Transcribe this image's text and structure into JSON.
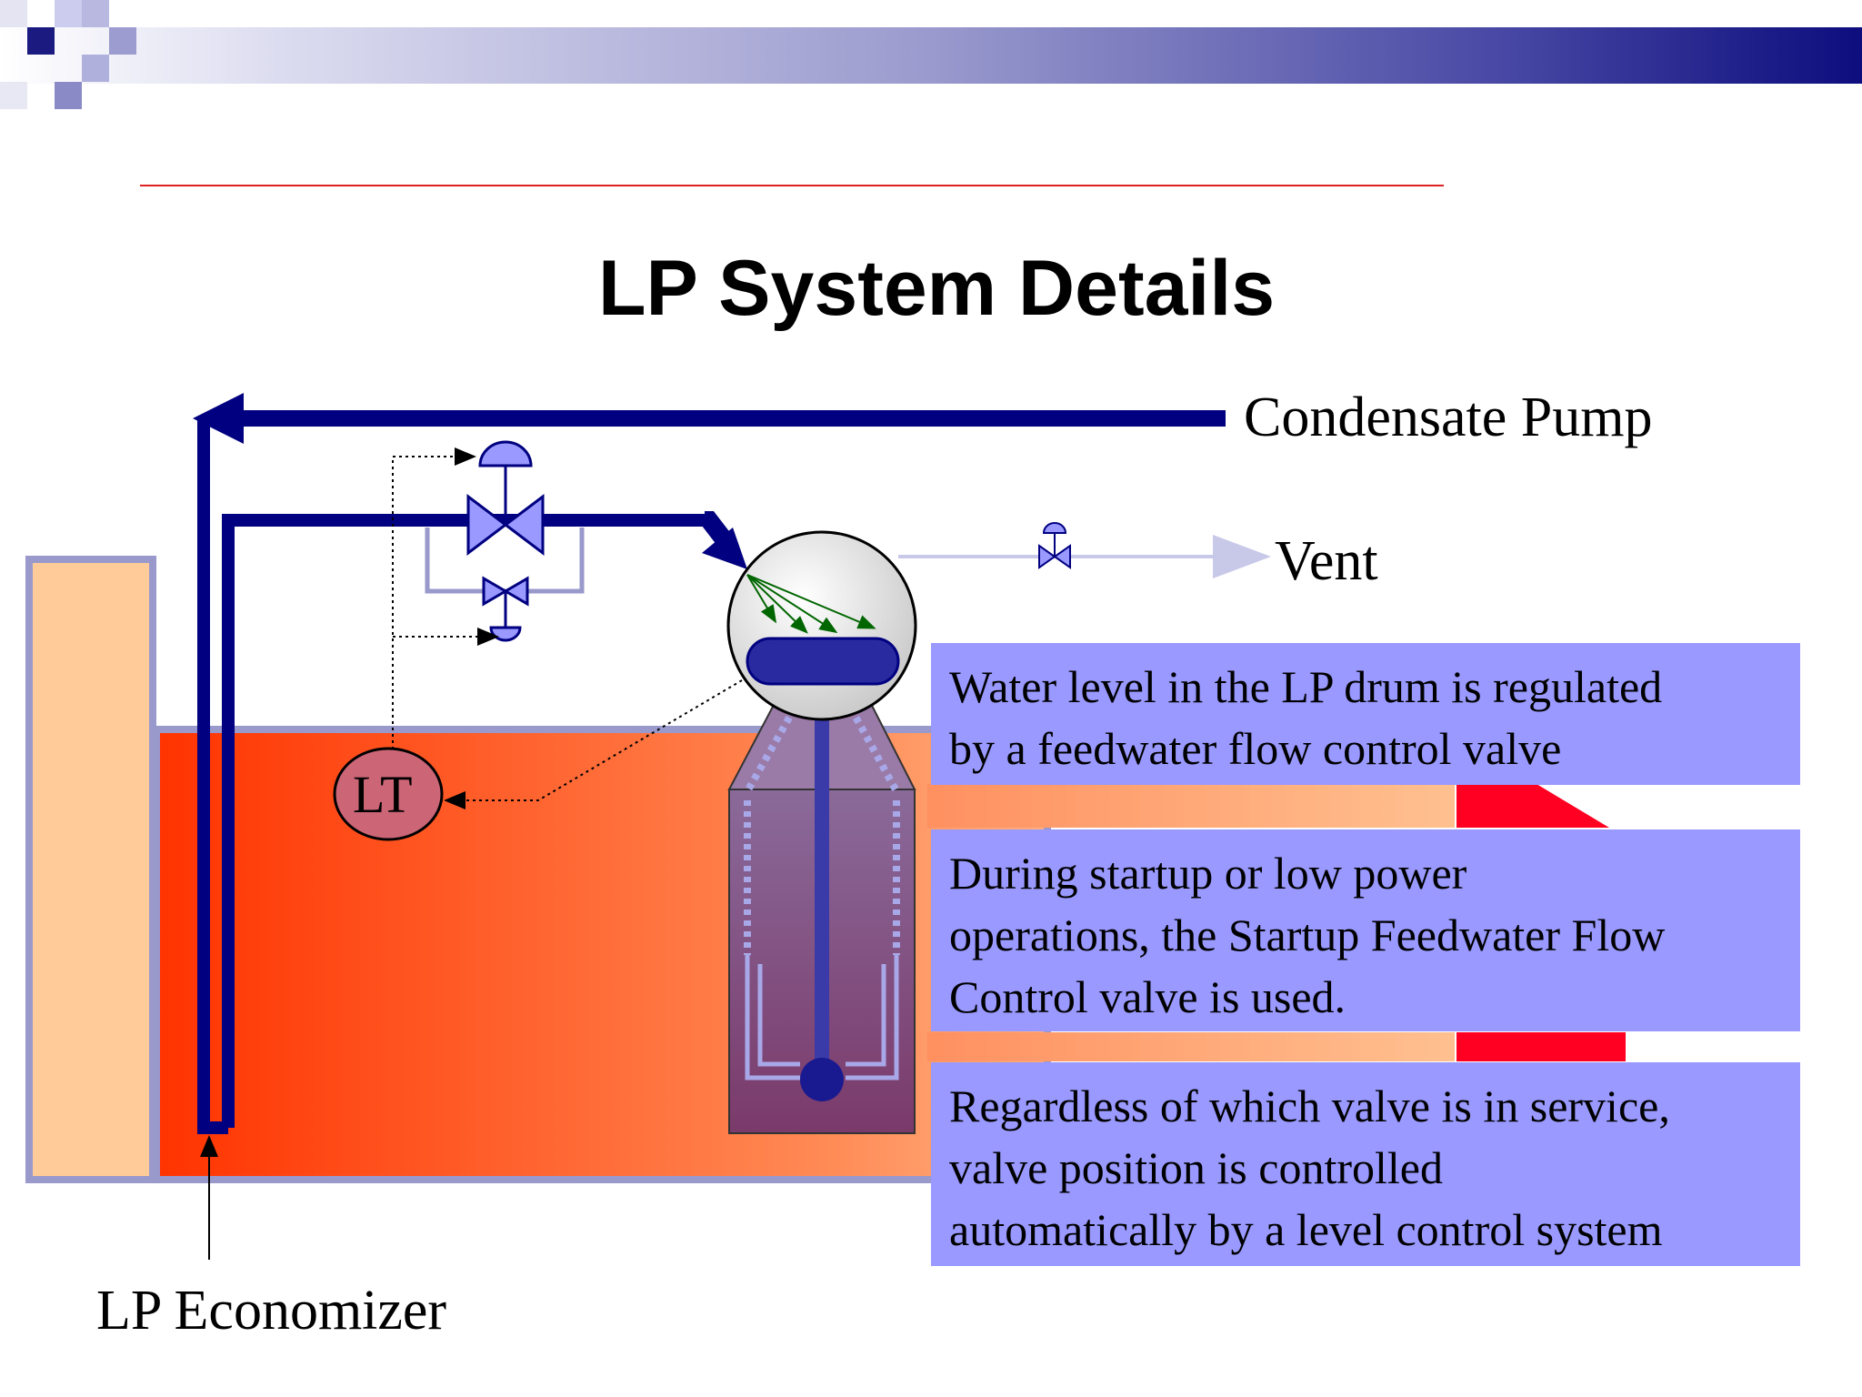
{
  "title": "LP System Details",
  "labels": {
    "condensate_pump": "Condensate Pump",
    "vent": "Vent",
    "lp_economizer": "LP Economizer",
    "level_transmitter": "LT"
  },
  "notes": [
    {
      "lines": [
        "Water level in the LP drum is regulated",
        "by a feedwater flow control valve"
      ]
    },
    {
      "lines": [
        "During startup or low power",
        "operations, the Startup Feedwater Flow",
        "Control valve is used."
      ]
    },
    {
      "lines": [
        "Regardless of which valve is in service,",
        "valve position is controlled",
        "automatically by a level control system"
      ]
    }
  ],
  "colors": {
    "pipe": "#000080",
    "note_bg": "#9999ff",
    "duct_hot": "#ff3300",
    "duct_warm": "#ff9966",
    "stack": "#ffcc99",
    "rule": "#e02020"
  }
}
